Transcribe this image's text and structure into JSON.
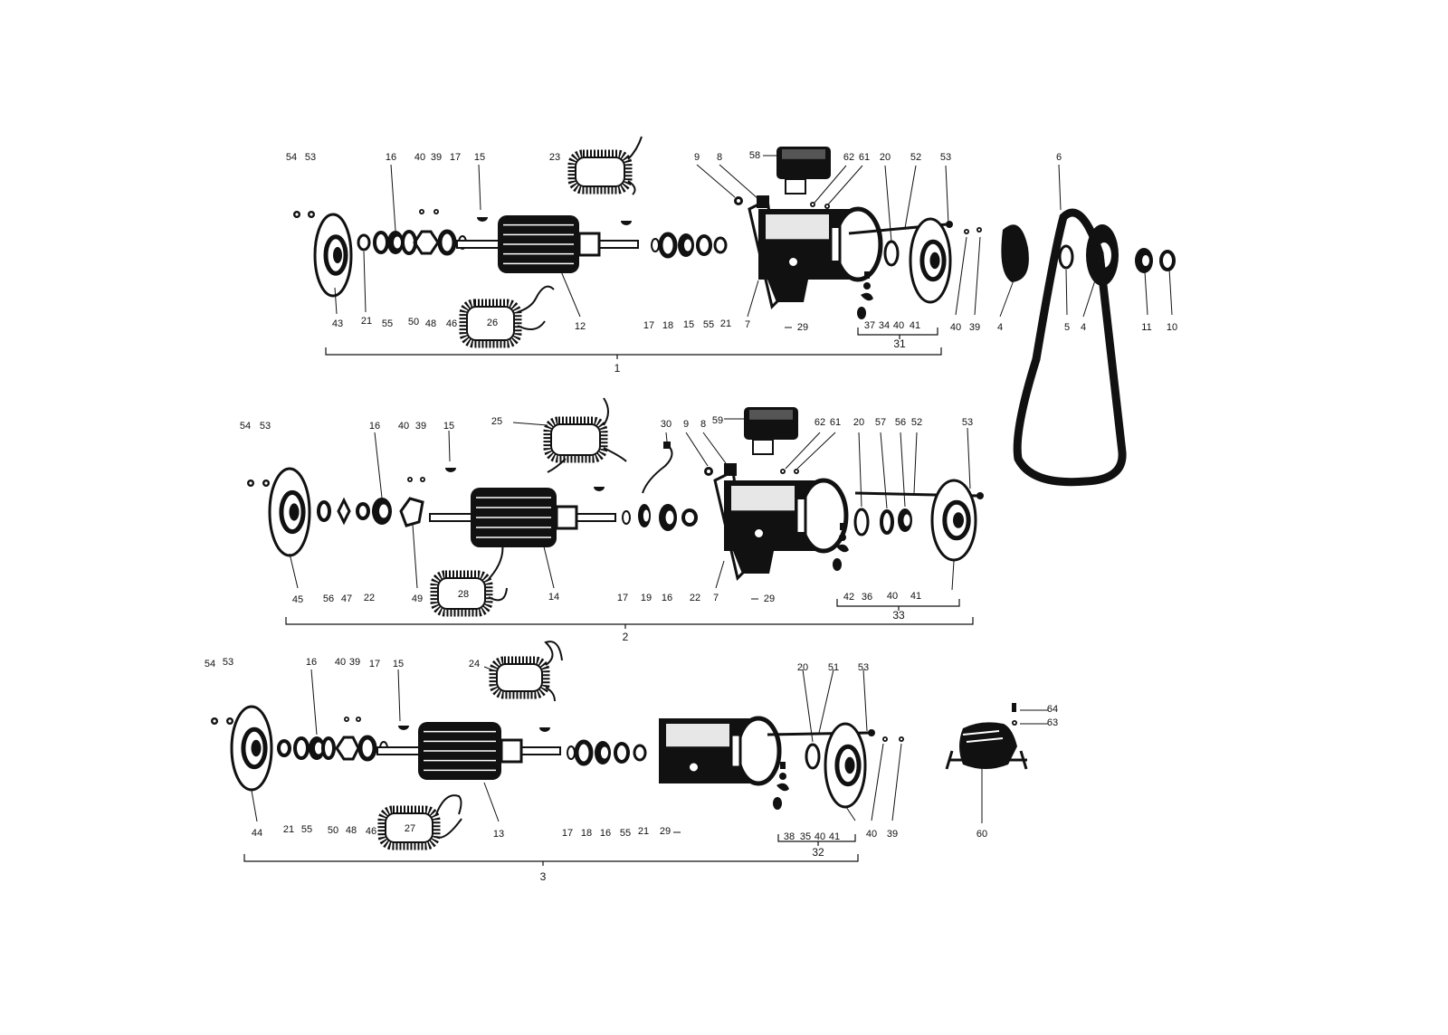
{
  "diagram": {
    "row1": {
      "group_label": "1",
      "subgroup_label": "31",
      "labels": [
        "54",
        "53",
        "16",
        "40",
        "39",
        "17",
        "15",
        "23",
        "9",
        "8",
        "58",
        "62",
        "61",
        "20",
        "52",
        "53",
        "6",
        "43",
        "21",
        "55",
        "50",
        "48",
        "46",
        "26",
        "12",
        "17",
        "18",
        "15",
        "55",
        "21",
        "7",
        "29",
        "37",
        "34",
        "40",
        "41",
        "40",
        "39",
        "4",
        "5",
        "4",
        "11",
        "10"
      ]
    },
    "row2": {
      "group_label": "2",
      "subgroup_label": "33",
      "labels": [
        "54",
        "53",
        "16",
        "40",
        "39",
        "15",
        "25",
        "30",
        "9",
        "8",
        "59",
        "62",
        "61",
        "20",
        "57",
        "56",
        "52",
        "53",
        "45",
        "56",
        "47",
        "22",
        "49",
        "28",
        "14",
        "17",
        "19",
        "16",
        "22",
        "7",
        "29",
        "42",
        "36",
        "40",
        "41"
      ]
    },
    "row3": {
      "group_label": "3",
      "subgroup_label": "32",
      "labels": [
        "54",
        "53",
        "16",
        "40",
        "39",
        "17",
        "15",
        "24",
        "20",
        "51",
        "53",
        "64",
        "63",
        "44",
        "21",
        "55",
        "50",
        "48",
        "46",
        "27",
        "13",
        "17",
        "18",
        "16",
        "55",
        "21",
        "29",
        "38",
        "35",
        "40",
        "41",
        "40",
        "39",
        "60"
      ]
    },
    "colors": {
      "ink": "#111111",
      "paper": "#ffffff"
    }
  }
}
